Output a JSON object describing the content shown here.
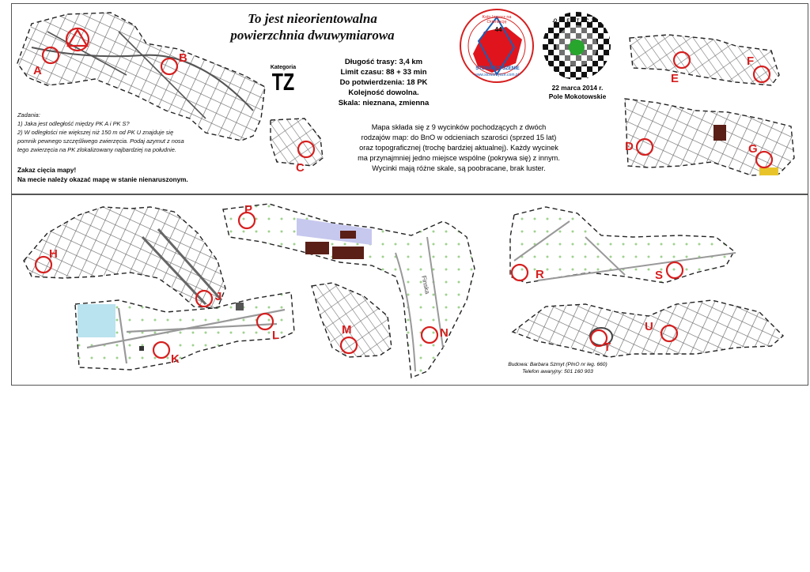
{
  "title": {
    "line1": "To jest nieorientowalna",
    "line2": "powierzchnia dwuwymiarowa"
  },
  "category": {
    "label": "Kategoria",
    "value": "TZ"
  },
  "course_info": [
    "Długość trasy: 3,4 km",
    "Limit czasu: 88 + 33 min",
    "Do potwierdzenia: 18 PK",
    "Kolejność dowolna.",
    "Skala: nieznana, zmienna"
  ],
  "description": [
    "Mapa składa się z 9 wycinków pochodzących z dwóch",
    "rodzajów map: do BnO w odcieniach szarości (sprzed 15 lat)",
    "oraz topograficznej (trochę bardziej aktualnej). Każdy wycinek",
    "ma przynajmniej jedno miejsce wspólne (pokrywa się) z innym.",
    "Wycinki mają różne skale, są poobracane, brak luster."
  ],
  "tasks": {
    "heading": "Zadania:",
    "lines": [
      "1) Jaka jest odległość między PK A i PK S?",
      "2) W odległości nie większej niż 150 m od PK U znajduje się",
      "pomnik pewnego szczęśliwego zwierzęcia. Podaj azymut z nosa",
      "tego zwierzęcia na PK zlokalizowany najbardziej na południe."
    ]
  },
  "warnings": [
    "Zakaz cięcia mapy!",
    "Na mecie należy okazać mapę w stanie nienaruszonym."
  ],
  "event": {
    "date": "22 marca 2014 r.",
    "place": "Pole Mokotowskie"
  },
  "logos": {
    "club_top": "Koło Imprez na Orientację",
    "club_number": "44",
    "club_bottom": "STOWARZYSZENIE",
    "club_web": "www.stowarzysze.com.pl",
    "chess_text": "ORIENTACJA"
  },
  "author": {
    "line1": "Budowa: Barbara Szmyt (PInO nr leg. 660)",
    "line2": "Telefon awaryjny: 501 160 903"
  },
  "control_points": [
    "A",
    "B",
    "C",
    "D",
    "E",
    "F",
    "G",
    "H",
    "J",
    "K",
    "L",
    "M",
    "N",
    "P",
    "R",
    "S",
    "T",
    "U"
  ],
  "map_labels": {
    "street": "Finska"
  },
  "colors": {
    "control": "#d61f1f",
    "map_line": "#555555",
    "cutout_border": "#222222",
    "water": "#b9e3ee",
    "building": "#5a1f17",
    "chess_center": "#27a52d",
    "logo_red": "#e0141c"
  }
}
